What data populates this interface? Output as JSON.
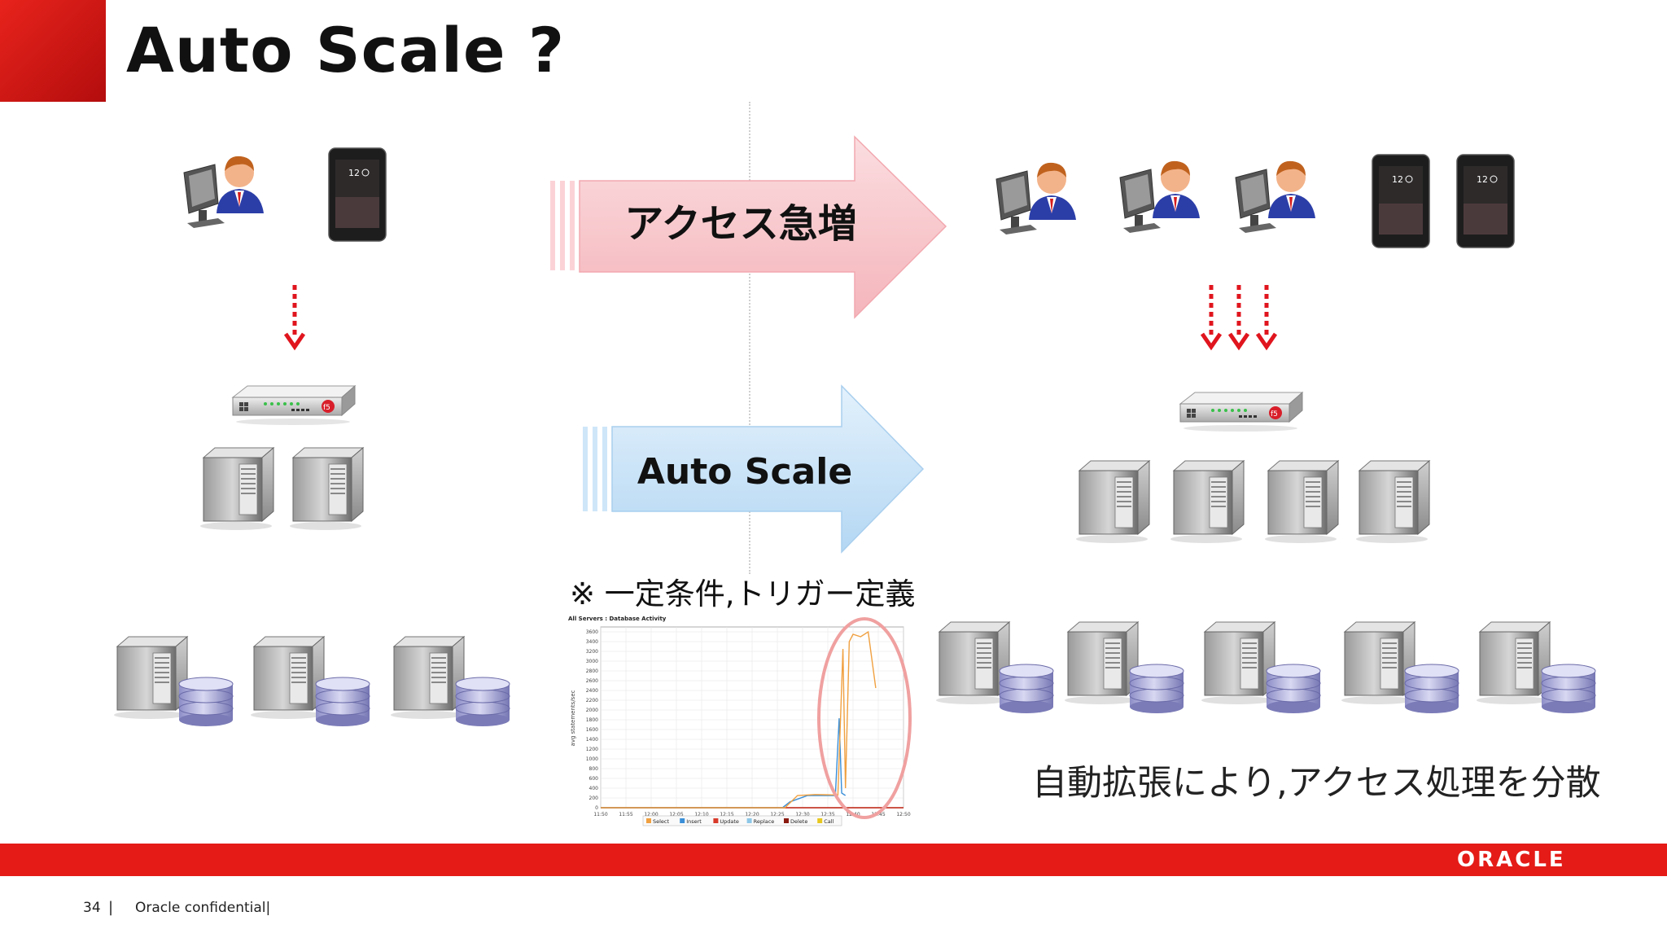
{
  "slide": {
    "title": "Auto Scale ?",
    "surge_label": "アクセス急増",
    "autoscale_label": "Auto Scale",
    "trigger_note": "※ 一定条件,トリガー定義",
    "distribution_note": "自動拡張により,アクセス処理を分散"
  },
  "chart": {
    "title": "All Servers : Database Activity",
    "ylabel": "avg statements/sec",
    "legend": [
      "Select",
      "Insert",
      "Update",
      "Replace",
      "Delete",
      "Call"
    ],
    "colors": {
      "Select": "#f0a040",
      "Insert": "#3a8fd8",
      "Update": "#d83a2a",
      "Replace": "#8ec8e8",
      "Delete": "#8a1a10",
      "Call": "#e8c820"
    }
  },
  "chart_data": {
    "type": "line",
    "title": "All Servers : Database Activity",
    "xlabel": "",
    "ylabel": "avg statements/sec",
    "x": [
      "11:50",
      "11:55",
      "12:00",
      "12:05",
      "12:10",
      "12:15",
      "12:20",
      "12:25",
      "12:30",
      "12:35",
      "12:40",
      "12:45",
      "12:50"
    ],
    "y_ticks": [
      0,
      200,
      400,
      600,
      800,
      1000,
      1200,
      1400,
      1600,
      1800,
      2000,
      2200,
      2400,
      2600,
      2800,
      3000,
      3200,
      3400,
      3600
    ],
    "ylim": [
      0,
      3700
    ],
    "grid": true,
    "legend_position": "bottom",
    "series": [
      {
        "name": "Select",
        "points": [
          [
            0,
            0
          ],
          [
            4,
            0
          ],
          [
            7.3,
            0
          ],
          [
            7.8,
            250
          ],
          [
            8.5,
            270
          ],
          [
            9.4,
            260
          ],
          [
            9.6,
            3250
          ],
          [
            9.7,
            400
          ],
          [
            9.85,
            3400
          ],
          [
            10.0,
            3550
          ],
          [
            10.3,
            3500
          ],
          [
            10.6,
            3600
          ],
          [
            10.9,
            2450
          ]
        ]
      },
      {
        "name": "Insert",
        "points": [
          [
            0,
            0
          ],
          [
            7.2,
            0
          ],
          [
            7.5,
            120
          ],
          [
            8.2,
            250
          ],
          [
            9.0,
            250
          ],
          [
            9.3,
            250
          ],
          [
            9.45,
            1830
          ],
          [
            9.55,
            300
          ],
          [
            9.7,
            250
          ]
        ]
      },
      {
        "name": "Update",
        "points": [
          [
            0,
            0
          ],
          [
            12,
            0
          ]
        ]
      },
      {
        "name": "Replace",
        "points": [
          [
            0,
            0
          ],
          [
            12,
            0
          ]
        ]
      },
      {
        "name": "Delete",
        "points": [
          [
            0,
            0
          ],
          [
            12,
            0
          ]
        ]
      },
      {
        "name": "Call",
        "points": [
          [
            0,
            0
          ],
          [
            12,
            0
          ]
        ]
      }
    ]
  },
  "footer": {
    "brand": "ORACLE",
    "page_number": "34",
    "separator": "|",
    "confidential": "Oracle confidential|"
  },
  "icons": [
    "user-at-computer-icon",
    "tablet-icon",
    "load-balancer-icon",
    "server-icon",
    "database-server-icon",
    "dotted-down-arrow-icon"
  ],
  "colors": {
    "accent_red": "#e41b17",
    "surge_arrow": "#f9c8cc",
    "autoscale_arrow": "#c8e2f7",
    "trend_circle": "#f0a0a0"
  }
}
